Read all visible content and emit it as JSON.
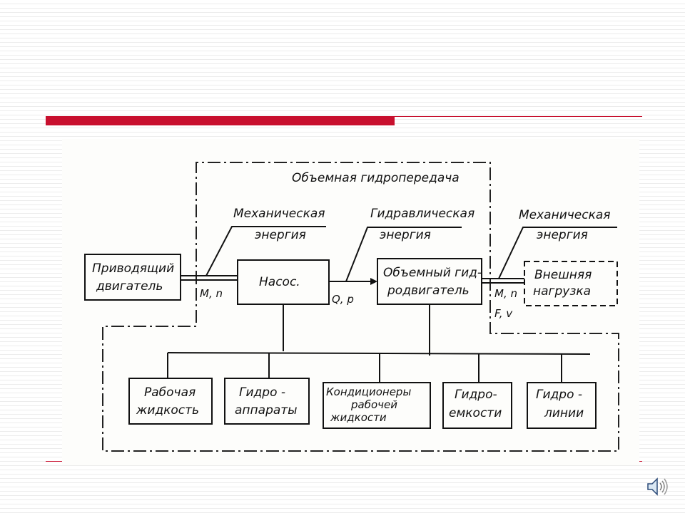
{
  "diagram": {
    "frame_title": "Объемная гидропередача",
    "energy_labels": {
      "mech_in_1": "Механическая",
      "mech_in_2": "энергия",
      "hydr_1": "Гидравлическая",
      "hydr_2": "энергия",
      "mech_out_1": "Механическая",
      "mech_out_2": "энергия"
    },
    "nodes": {
      "motor_1": "Приводящий",
      "motor_2": "двигатель",
      "pump": "Насос.",
      "hydromotor_1": "Объемный гид-",
      "hydromotor_2": "родвигатель",
      "load_1": "Внешняя",
      "load_2": "нагрузка"
    },
    "params": {
      "mn_left": "M, n",
      "qp": "Q, p",
      "mn_right": "M, n",
      "fv": "F, v"
    },
    "components": [
      {
        "line1": "Рабочая",
        "line2": "жидкость",
        "line3": ""
      },
      {
        "line1": "Гидро -",
        "line2": "аппараты",
        "line3": ""
      },
      {
        "line1": "Кондиционеры",
        "line2": "рабочей",
        "line3": "жидкости"
      },
      {
        "line1": "Гидро-",
        "line2": "емкости",
        "line3": ""
      },
      {
        "line1": "Гидро -",
        "line2": "линии",
        "line3": ""
      }
    ]
  },
  "icons": {
    "speaker": "speaker-icon"
  }
}
